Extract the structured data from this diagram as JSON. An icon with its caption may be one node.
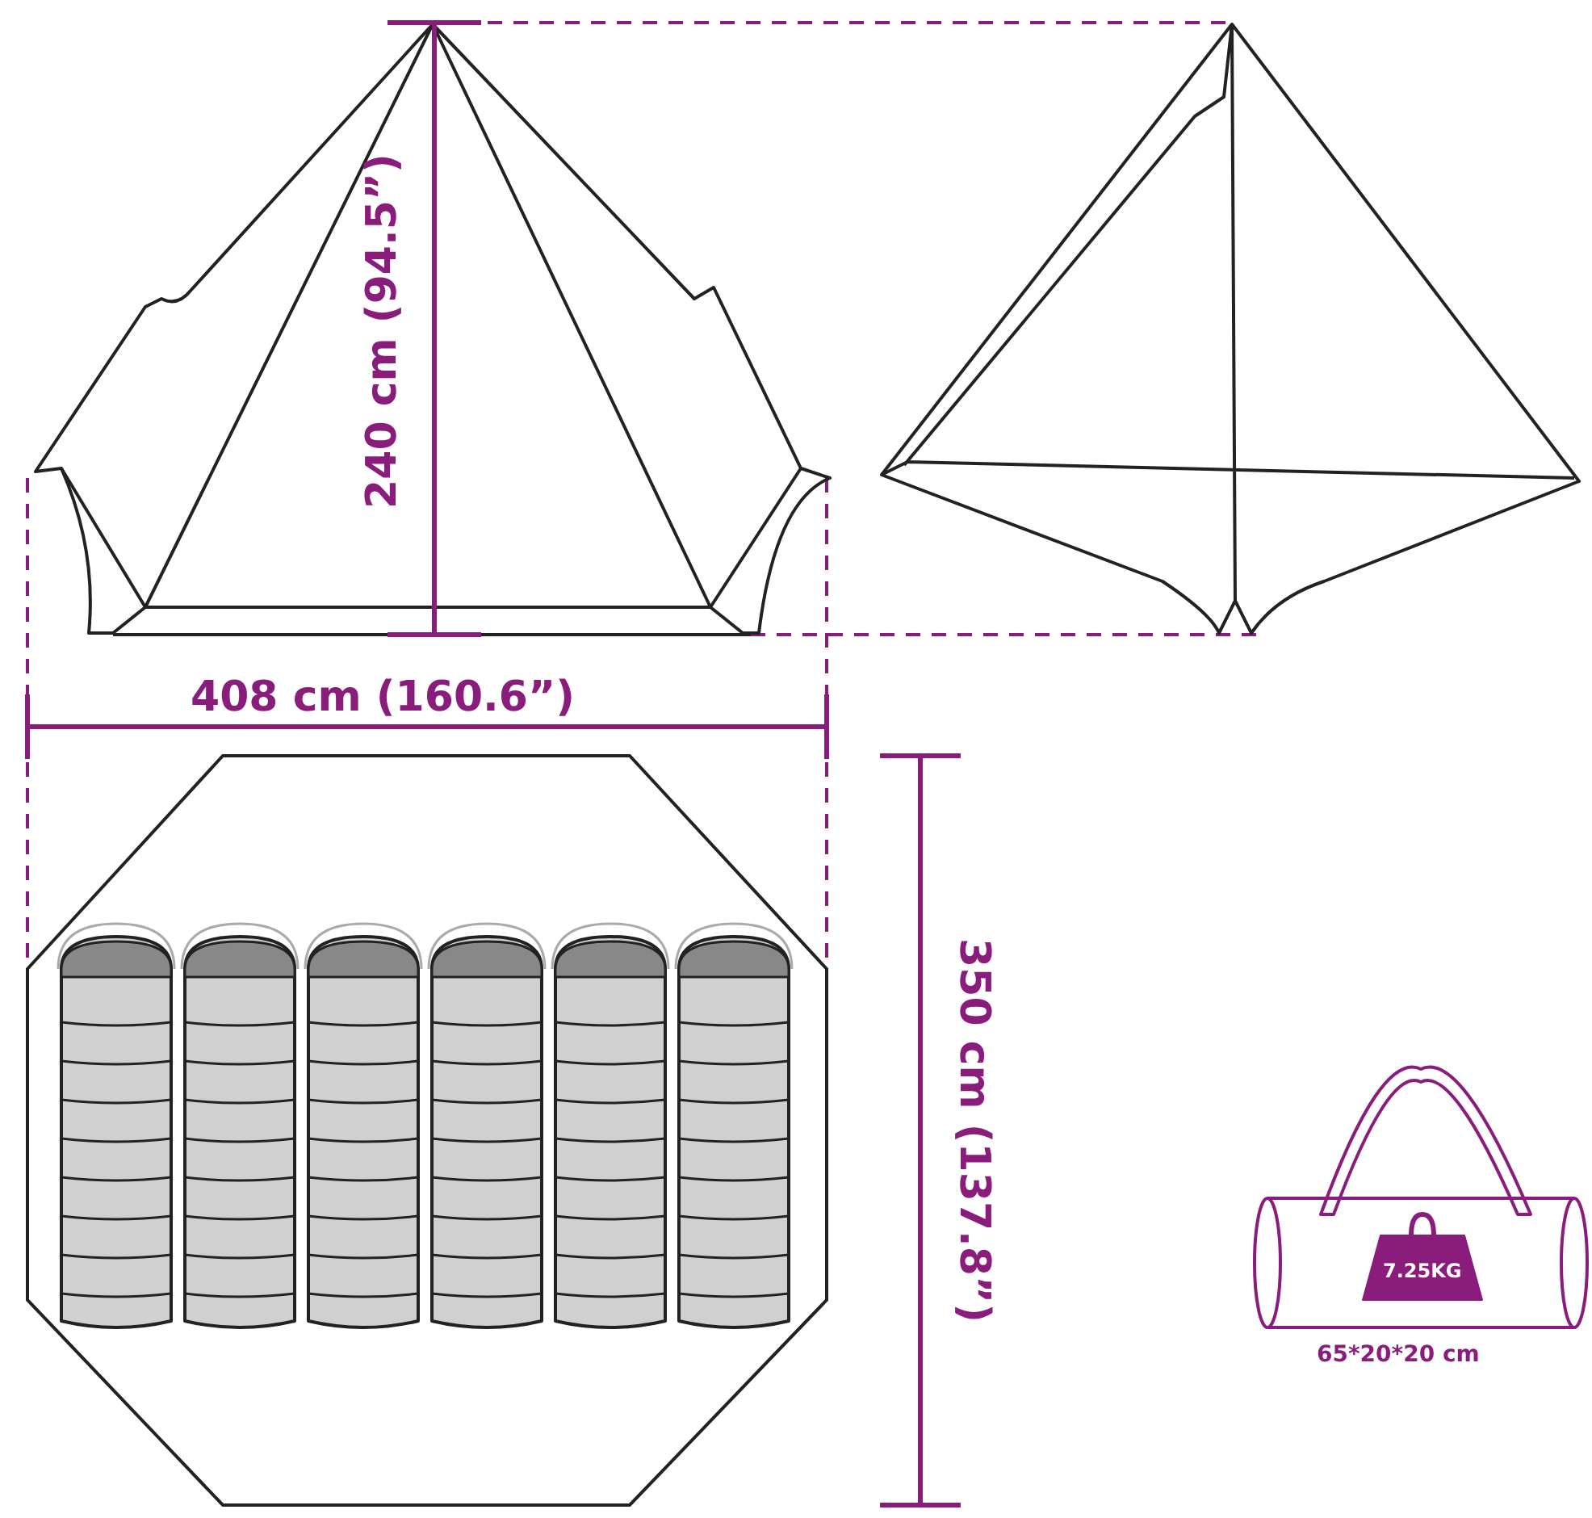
{
  "diagram": {
    "labels": [
      "240 cm (94.5”)",
      "408 cm (160.6”)",
      "350 cm (137.8”)",
      "7.25KG",
      "65*20*20 cm"
    ]
  }
}
